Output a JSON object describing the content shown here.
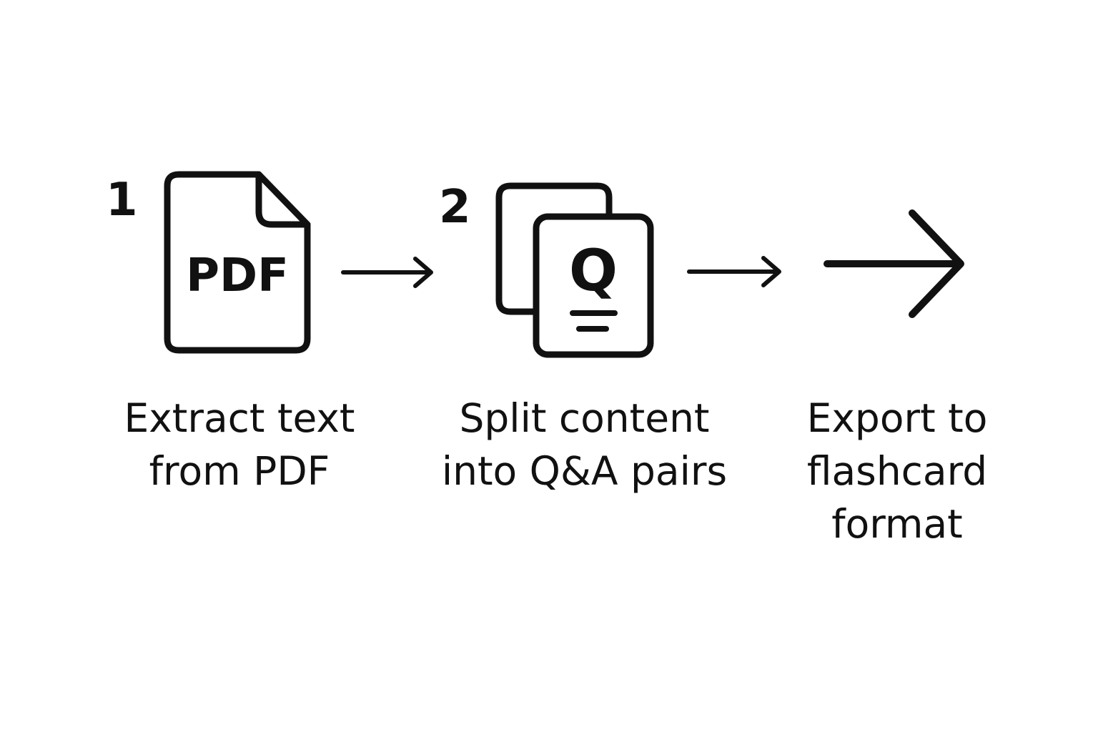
{
  "steps": [
    {
      "number": "1",
      "icon": "pdf-document-icon",
      "icon_text": "PDF",
      "caption_lines": [
        "Extract text",
        "from PDF"
      ]
    },
    {
      "number": "2",
      "icon": "question-cards-icon",
      "icon_text": "Q",
      "caption_lines": [
        "Split content",
        "into Q&A pairs"
      ]
    },
    {
      "icon": "export-arrow-icon",
      "caption_lines": [
        "Export to",
        "flashcard",
        "format"
      ]
    }
  ],
  "colors": {
    "ink": "#111111",
    "background": "#ffffff"
  }
}
